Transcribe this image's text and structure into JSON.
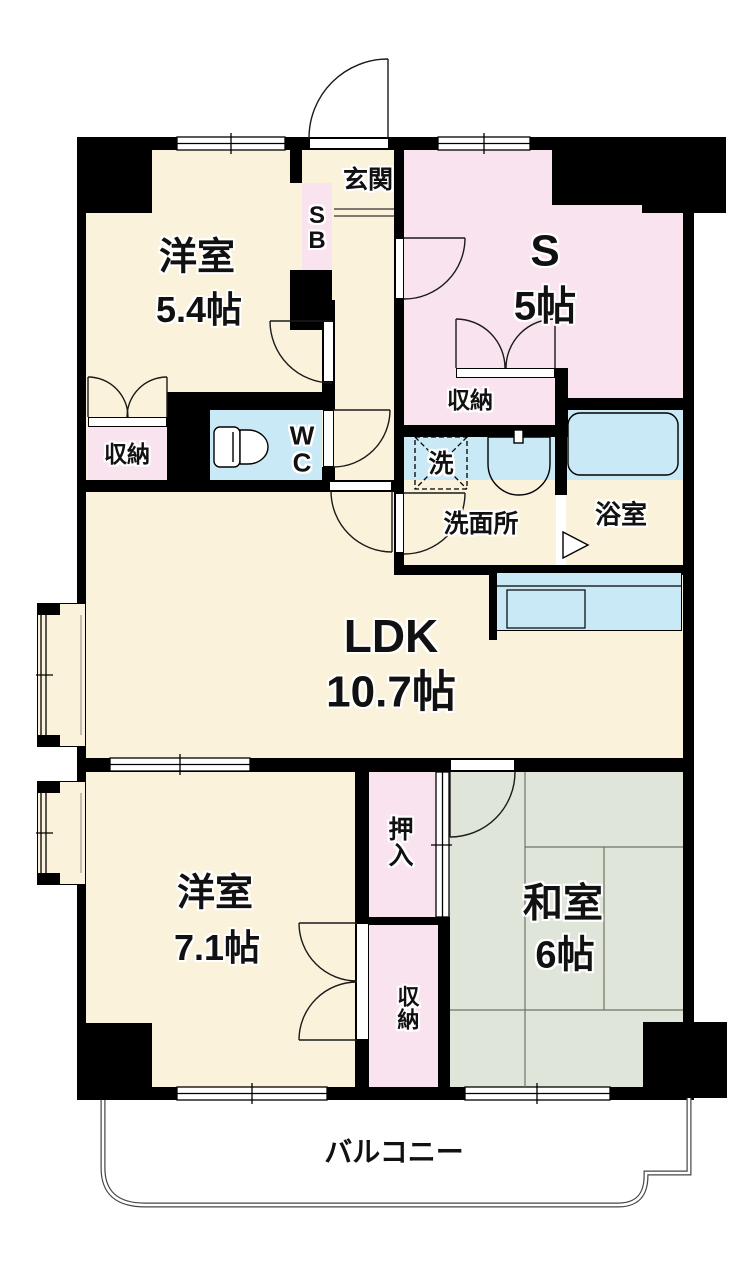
{
  "rooms": {
    "western1": {
      "name": "洋室",
      "size": "5.4帖"
    },
    "service": {
      "name": "S",
      "size": "5帖"
    },
    "ldk": {
      "name": "LDK",
      "size": "10.7帖"
    },
    "western2": {
      "name": "洋室",
      "size": "7.1帖"
    },
    "japanese": {
      "name": "和室",
      "size": "6帖"
    }
  },
  "labels": {
    "entrance": "玄関",
    "shoe_box": "SB",
    "toilet": "WC",
    "closet_western1": "収納",
    "closet_service": "収納",
    "laundry": "洗",
    "washroom": "洗面所",
    "bathroom": "浴室",
    "oshiire": "押入",
    "closet_western2": "収納",
    "balcony": "バルコニー"
  },
  "colors": {
    "room_cream": "#FBF2DB",
    "room_pink": "#F9E3EF",
    "room_blue": "#C9E9F6",
    "room_green": "#DFE5D8",
    "wall": "#000000"
  }
}
